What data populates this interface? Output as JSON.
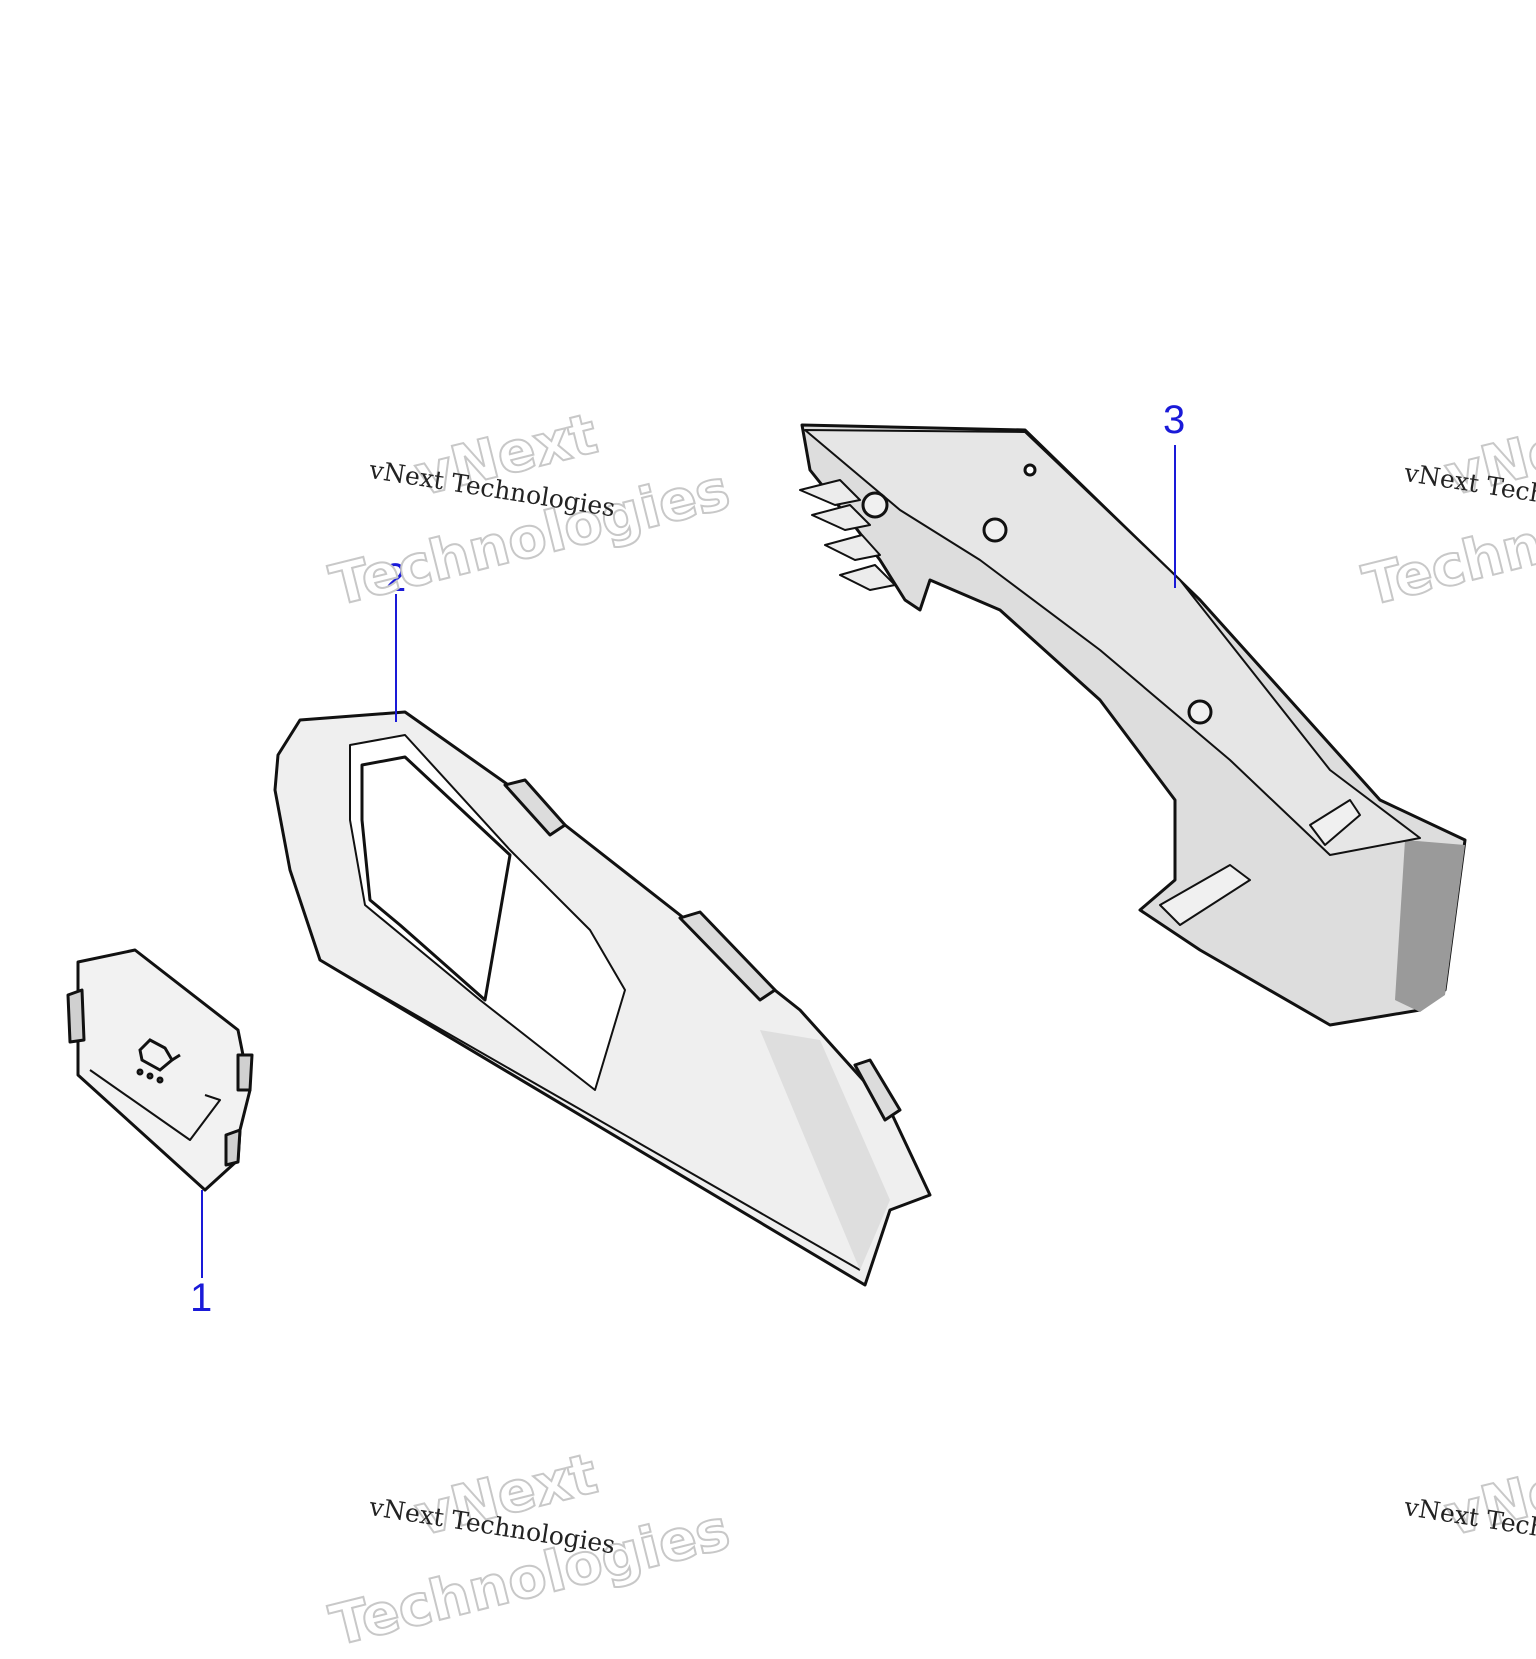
{
  "callouts": [
    {
      "id": "1",
      "label": "1"
    },
    {
      "id": "2",
      "label": "2"
    },
    {
      "id": "3",
      "label": "3"
    }
  ],
  "watermark": {
    "small_text": "vNext Technologies",
    "big_line1": "vNext",
    "big_line2": "Technologies"
  },
  "colors": {
    "callout": "#1a1ad8",
    "part_fill": "#d9d9d9",
    "part_light": "#f4f4f4",
    "outline": "#111111"
  }
}
